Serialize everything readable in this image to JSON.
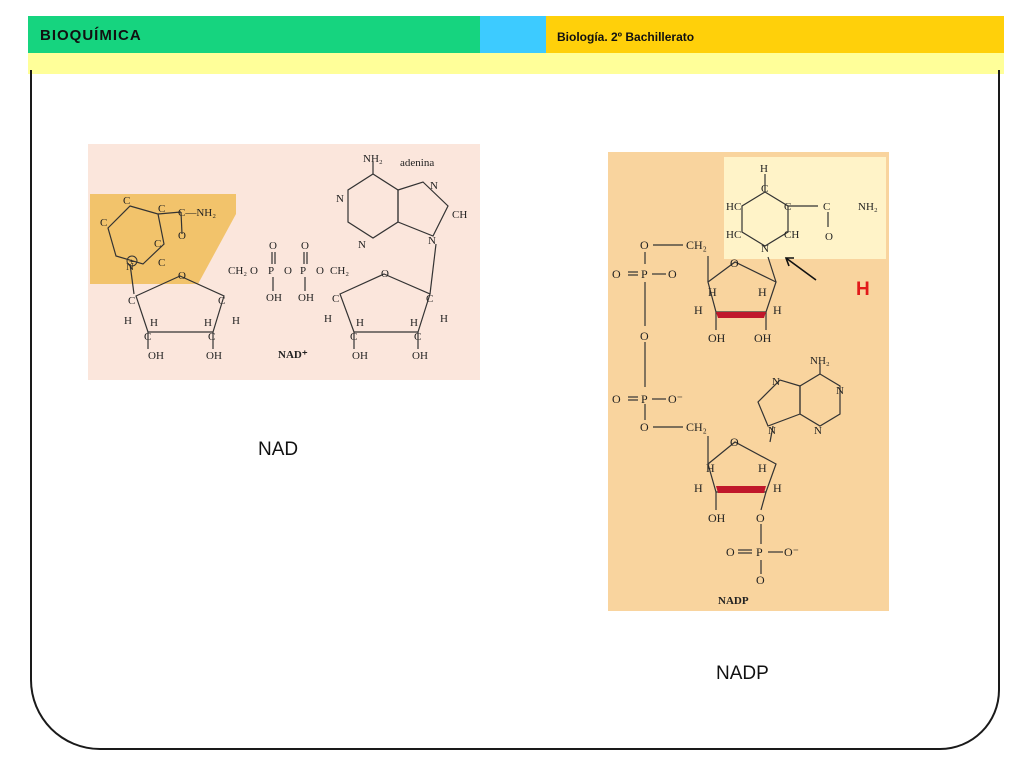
{
  "header": {
    "title": "BIOQUÍMICA",
    "subtitle": "Biología. 2º Bachillerato",
    "colors": {
      "green": "#16d47f",
      "cyan": "#3dcbff",
      "yellow": "#ffd00a",
      "pale": "#ffff99"
    }
  },
  "nad": {
    "caption": "NAD",
    "label": "NAD⁺",
    "adenine_label": "adenina",
    "atoms": {
      "nh2": "NH₂",
      "n": "N",
      "ch": "CH",
      "c": "C",
      "o": "O",
      "h": "H",
      "oh": "OH",
      "nh2_amide": "C—NH₂",
      "ch2": "CH₂",
      "p": "P",
      "plus": "+"
    },
    "colors": {
      "panel": "#fbe6dc",
      "highlight": "#f2c36b"
    }
  },
  "nadp": {
    "caption": "NADP",
    "label": "NADP",
    "hydrogen_label": "H",
    "atoms": {
      "h": "H",
      "c": "C",
      "hc": "HC",
      "ch": "CH",
      "n": "N",
      "o": "O",
      "oh": "OH",
      "nh2": "NH₂",
      "ch2": "CH₂",
      "p": "P",
      "o_minus": "O⁻"
    },
    "colors": {
      "panel": "#f9d49e",
      "highlight": "#fff3c8",
      "ring_edge": "#c0182b"
    }
  }
}
